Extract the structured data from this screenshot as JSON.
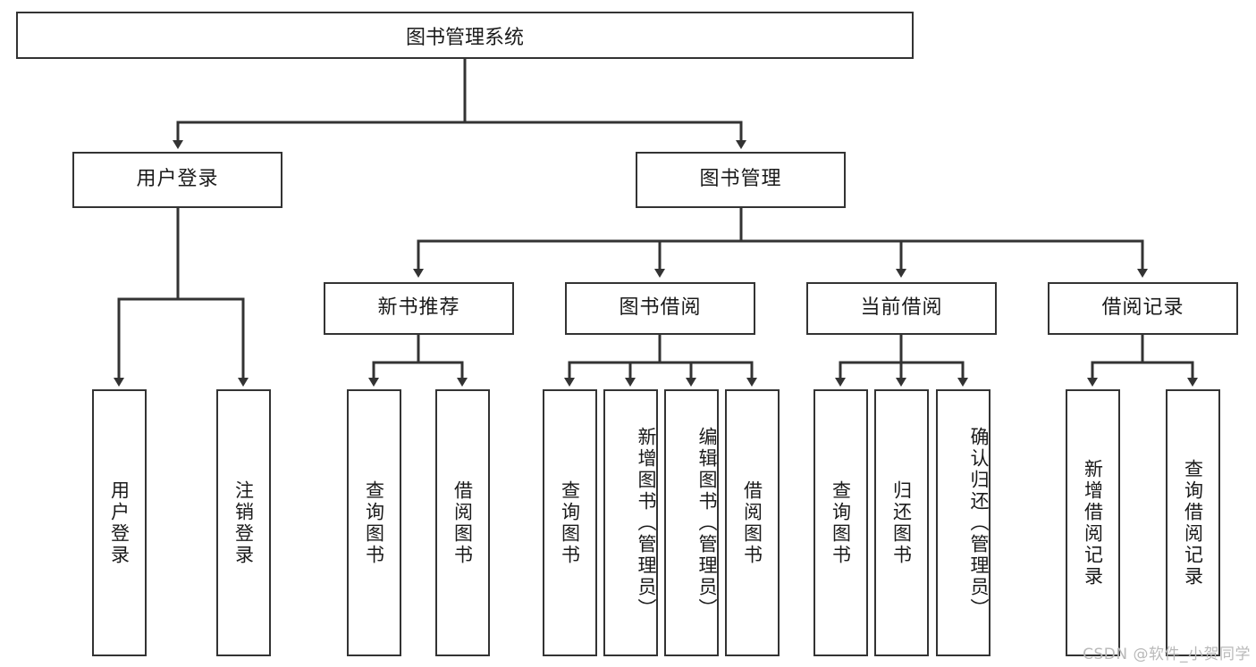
{
  "diagram": {
    "title": "图书管理系统",
    "type": "hierarchy-tree",
    "watermark": "CSDN @软件_小贺同学",
    "colors": {
      "stroke": "#333333",
      "fill": "#ffffff",
      "text": "#1a1a1a",
      "watermark": "#b9b9b9"
    },
    "root": {
      "label": "图书管理系统"
    },
    "level2": [
      {
        "label": "用户登录"
      },
      {
        "label": "图书管理"
      }
    ],
    "level3": [
      {
        "label": "新书推荐"
      },
      {
        "label": "图书借阅"
      },
      {
        "label": "当前借阅"
      },
      {
        "label": "借阅记录"
      }
    ],
    "leaves": {
      "user_login": [
        {
          "label": "用户登录"
        },
        {
          "label": "注销登录"
        }
      ],
      "new_book_recommend": [
        {
          "label": "查询图书"
        },
        {
          "label": "借阅图书"
        }
      ],
      "book_borrow": [
        {
          "label": "查询图书"
        },
        {
          "label": "新增图书（管理员）"
        },
        {
          "label": "编辑图书（管理员）"
        },
        {
          "label": "借阅图书"
        }
      ],
      "current_borrow": [
        {
          "label": "查询图书"
        },
        {
          "label": "归还图书"
        },
        {
          "label": "确认归还（管理员）"
        }
      ],
      "borrow_record": [
        {
          "label": "新增借阅记录"
        },
        {
          "label": "查询借阅记录"
        }
      ]
    }
  }
}
